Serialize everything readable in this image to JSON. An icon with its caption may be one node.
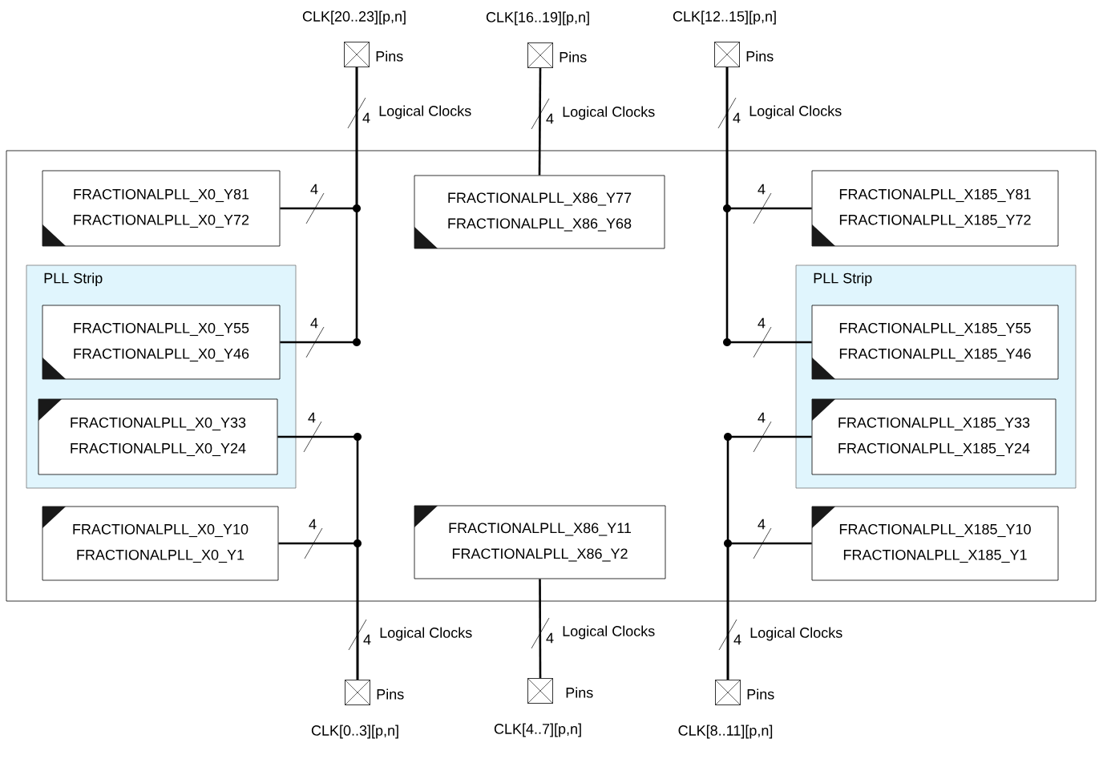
{
  "diagram": {
    "nodes": [
      {
        "text": [],
        "shape": "box",
        "beside": [
          "CLK[20..23][p,n]",
          "Pins"
        ]
      },
      {
        "text": [],
        "shape": "box",
        "beside": [
          "CLK[16..19][p,n]",
          "Pins"
        ]
      },
      {
        "text": [],
        "shape": "box",
        "beside": [
          "CLK[12..15][p,n]",
          "Pins"
        ]
      },
      {
        "text": [],
        "shape": "box"
      },
      {
        "text": [
          "FRACTIONALPLL_X0_Y81",
          "FRACTIONALPLL_X0_Y72"
        ],
        "in": 3
      },
      {
        "text": [
          "FRACTIONALPLL_X86_Y77",
          "FRACTIONALPLL_X86_Y68"
        ],
        "in": 3
      },
      {
        "text": [
          "FRACTIONALPLL_X185_Y81",
          "FRACTIONALPLL_X185_Y72"
        ],
        "in": 3
      },
      {
        "text": [
          "PLL Strip"
        ],
        "in": 3
      },
      {
        "text": [
          "FRACTIONALPLL_X0_Y55",
          "FRACTIONALPLL_X0_Y46"
        ],
        "in": 7
      },
      {
        "text": [
          "FRACTIONALPLL_X0_Y33",
          "FRACTIONALPLL_X0_Y24"
        ],
        "in": 7
      },
      {
        "text": [
          "PLL Strip"
        ],
        "in": 3
      },
      {
        "text": [
          "FRACTIONALPLL_X185_Y55",
          "FRACTIONALPLL_X185_Y46"
        ],
        "in": 10
      },
      {
        "text": [
          "FRACTIONALPLL_X185_Y33",
          "FRACTIONALPLL_X185_Y24"
        ],
        "in": 10
      },
      {
        "text": [
          "FRACTIONALPLL_X0_Y10",
          "FRACTIONALPLL_X0_Y1"
        ],
        "in": 3
      },
      {
        "text": [
          "FRACTIONALPLL_X86_Y11",
          "FRACTIONALPLL_X86_Y2"
        ],
        "in": 3
      },
      {
        "text": [
          "FRACTIONALPLL_X185_Y10",
          "FRACTIONALPLL_X185_Y1"
        ],
        "in": 3
      },
      {
        "text": [],
        "shape": "box",
        "beside": [
          "Pins",
          "CLK[0..3][p,n]"
        ]
      },
      {
        "text": [],
        "shape": "box",
        "beside": [
          "Pins",
          "CLK[4..7][p,n]"
        ]
      },
      {
        "text": [],
        "shape": "box",
        "beside": [
          "Pins",
          "CLK[8..11][p,n]"
        ]
      }
    ],
    "edges": [
      {
        "from": 0,
        "to": 4,
        "arrow": "none",
        "label": "4"
      },
      {
        "from": 0,
        "to": 8,
        "arrow": "none",
        "label": "4"
      },
      {
        "from": 1,
        "to": 5,
        "arrow": "none",
        "label": "4"
      },
      {
        "from": 2,
        "to": 6,
        "arrow": "none",
        "label": "4"
      },
      {
        "from": 2,
        "to": 11,
        "arrow": "none",
        "label": "4"
      },
      {
        "from": 16,
        "to": 9,
        "arrow": "none",
        "label": "4"
      },
      {
        "from": 16,
        "to": 13,
        "arrow": "none",
        "label": "4"
      },
      {
        "from": 17,
        "to": 14,
        "arrow": "none",
        "label": "4"
      },
      {
        "from": 18,
        "to": 12,
        "arrow": "none",
        "label": "4"
      },
      {
        "from": 18,
        "to": 15,
        "arrow": "none",
        "label": "4"
      }
    ],
    "labels": [
      "4",
      "Logical Clocks",
      "Logical Clocks",
      "4",
      "Logical Clocks",
      "4",
      "Logical Clocks",
      "Logical Clocks",
      "4",
      "Logical Clocks"
    ]
  }
}
